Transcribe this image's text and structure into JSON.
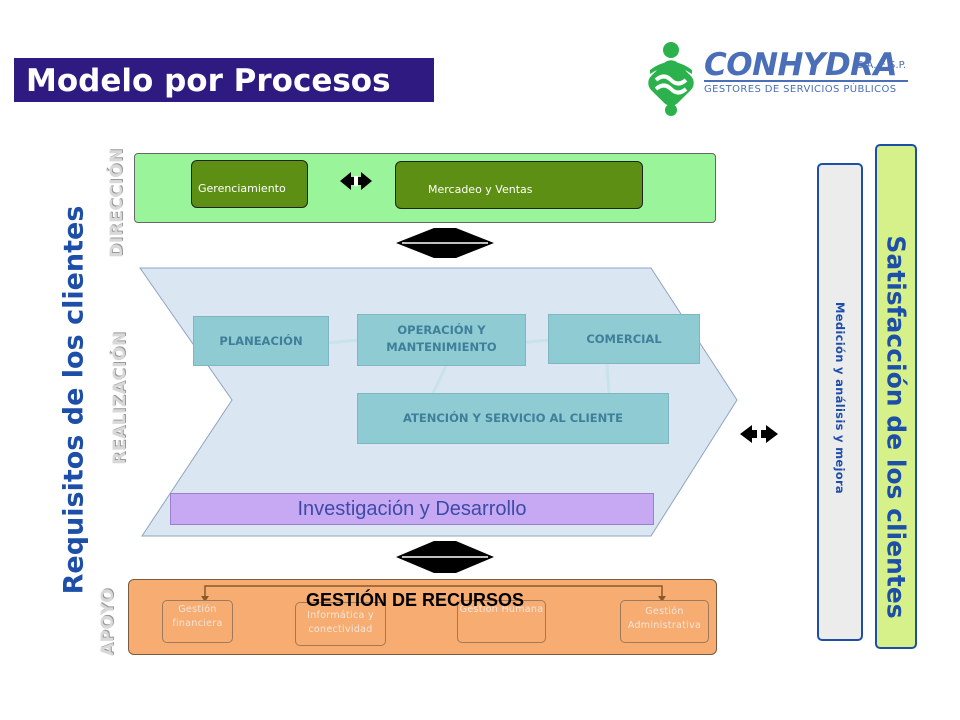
{
  "header": {
    "title": "Modelo por Procesos"
  },
  "brand": {
    "name": "CONHYDRA",
    "suffix": "S.A.  E.S.P.",
    "tagline": "GESTORES DE SERVICIOS PÚBLICOS"
  },
  "left_label": "Requisitos de los clientes",
  "sections": {
    "direccion": "DIRECCIÓN",
    "realizacion": "REALIZACIÓN",
    "apoyo": "APOYO"
  },
  "direccion": {
    "items": [
      "Gerenciamiento",
      "Mercadeo  y Ventas"
    ]
  },
  "realizacion": {
    "planeacion": "PLANEACIÓN",
    "operacion": "OPERACIÓN Y MANTENIMIENTO",
    "comercial": "COMERCIAL",
    "atencion": "ATENCIÓN Y SERVICIO AL CLIENTE",
    "investigacion": "Investigación y Desarrollo"
  },
  "apoyo": {
    "title": "GESTIÓN DE RECURSOS",
    "items": [
      "Gestión financiera",
      "Informática y conectividad",
      "Gestión Humana",
      "Gestión Administrativa"
    ]
  },
  "right": {
    "medicion": "Medición y análisis y mejora",
    "satisfaccion": "Satisfacción de los clientes"
  },
  "colors": {
    "title_bar": "#2e1a80",
    "accent_blue": "#1e4fa8",
    "direccion_panel": "#9af59a",
    "direccion_buttons": "#5c8f14",
    "realizacion_boxes": "#8ecbd3",
    "investigacion_bar": "#c7a8f3",
    "apoyo_panel": "#f7ad72",
    "satisfaccion_bg": "#d6f08a",
    "logo_green": "#2bb24c"
  },
  "icons": [
    "conhydra-logo-icon",
    "bidirectional-arrow-icon",
    "double-arrow-icon"
  ]
}
